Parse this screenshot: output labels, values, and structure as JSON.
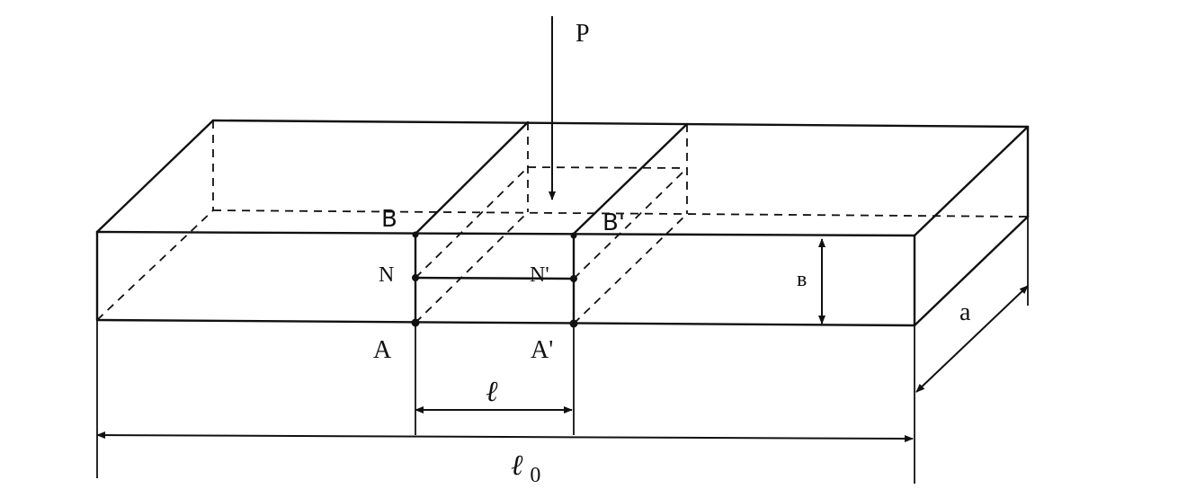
{
  "diagram": {
    "labels": {
      "force": "P",
      "top_left": "B",
      "top_right": "B'",
      "mid_left": "N",
      "mid_right": "N'",
      "bottom_left": "A",
      "bottom_right": "A'",
      "height": "в",
      "depth": "a",
      "segment_length": "ℓ",
      "total_length": "ℓ",
      "total_length_subscript": "0"
    }
  }
}
